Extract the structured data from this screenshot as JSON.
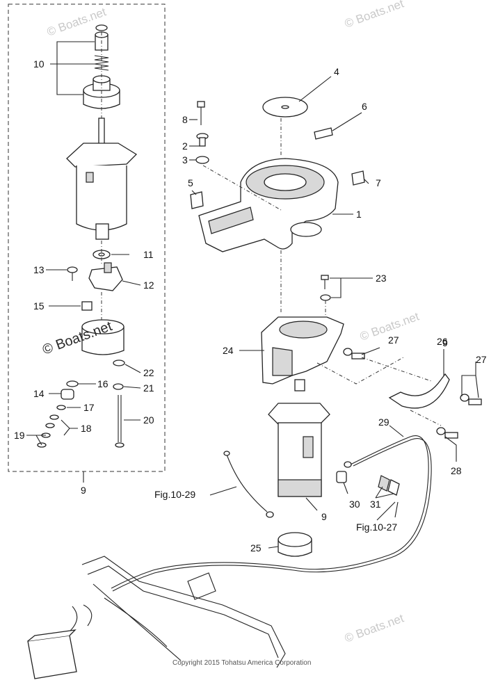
{
  "diagram": {
    "callouts": [
      "1",
      "2",
      "3",
      "4",
      "5",
      "6",
      "7",
      "8",
      "9",
      "9",
      "9",
      "10",
      "11",
      "12",
      "13",
      "14",
      "15",
      "16",
      "17",
      "18",
      "19",
      "20",
      "21",
      "22",
      "23",
      "24",
      "25",
      "26",
      "27",
      "27",
      "28",
      "29",
      "30",
      "31"
    ],
    "references": [
      "Fig.10-29",
      "Fig.10-27"
    ],
    "watermarks": [
      "© Boats.net",
      "© Boats.net",
      "© Boats.net",
      "© Boats.net",
      "© Boats.net"
    ],
    "copyright": "Copyright 2015 Tohatsu America Corporation"
  }
}
